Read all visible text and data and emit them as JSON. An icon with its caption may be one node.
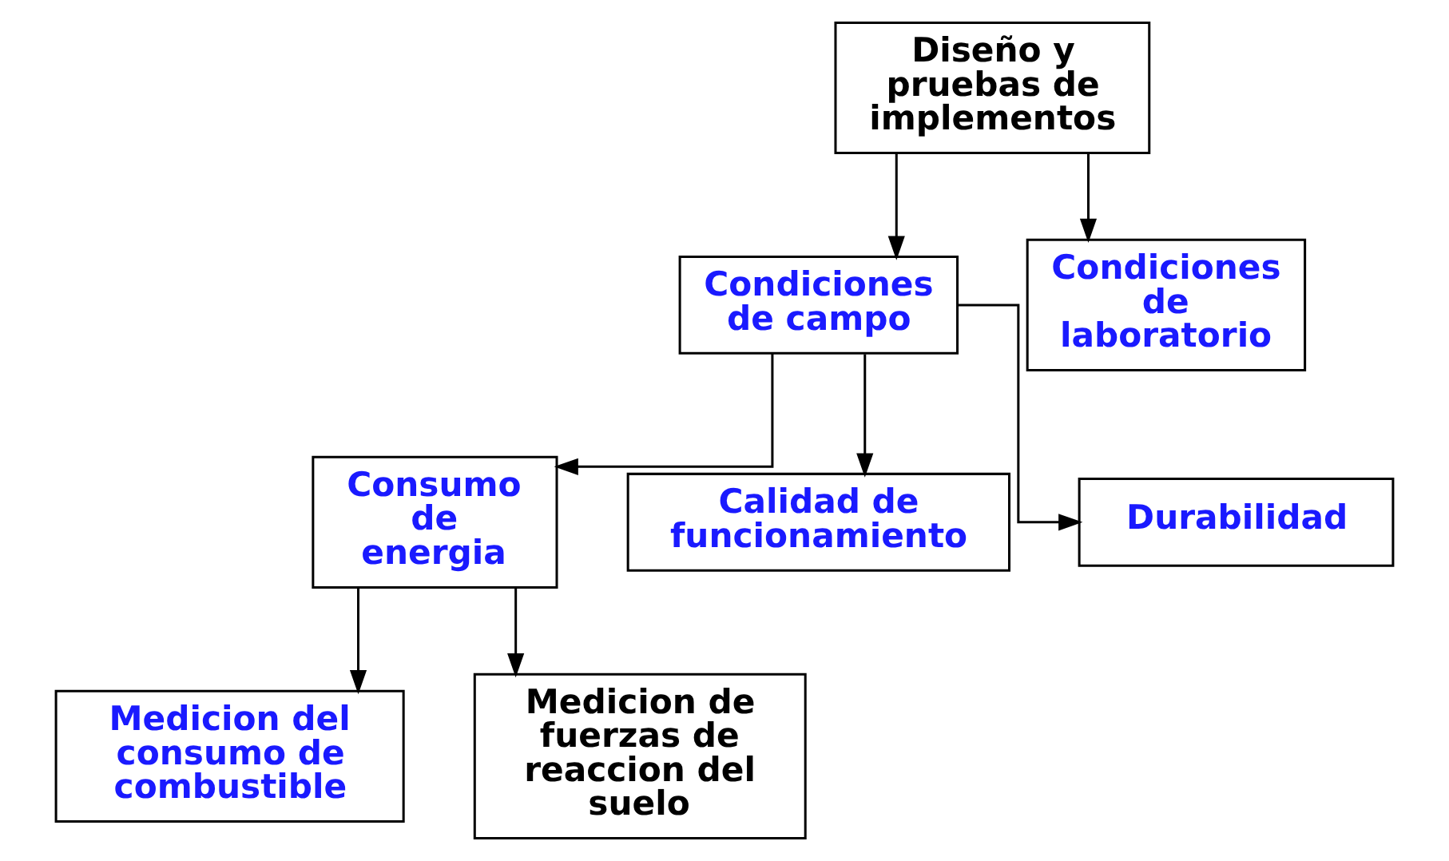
{
  "diagram": {
    "nodes": [
      {
        "text": [
          "Diseño y pruebas de implementos"
        ]
      },
      {
        "text": [
          "Condiciones de campo"
        ]
      },
      {
        "text": [
          "Condiciones de laboratorio"
        ]
      },
      {
        "text": [
          "Consumo de energia"
        ]
      },
      {
        "text": [
          "Calidad de funcionamiento"
        ]
      },
      {
        "text": [
          "Durabilidad"
        ]
      },
      {
        "text": [
          "Medicion del consumo de combustible"
        ]
      },
      {
        "text": [
          "Medicion de fuerzas de reaccion del suelo"
        ]
      }
    ],
    "edges": [
      {
        "from": 0,
        "to": 1,
        "arrow": "to"
      },
      {
        "from": 0,
        "to": 2,
        "arrow": "to"
      },
      {
        "from": 1,
        "to": 3,
        "arrow": "to"
      },
      {
        "from": 1,
        "to": 4,
        "arrow": "to"
      },
      {
        "from": 1,
        "to": 5,
        "arrow": "to"
      },
      {
        "from": 3,
        "to": 6,
        "arrow": "to"
      },
      {
        "from": 3,
        "to": 7,
        "arrow": "to"
      }
    ]
  }
}
